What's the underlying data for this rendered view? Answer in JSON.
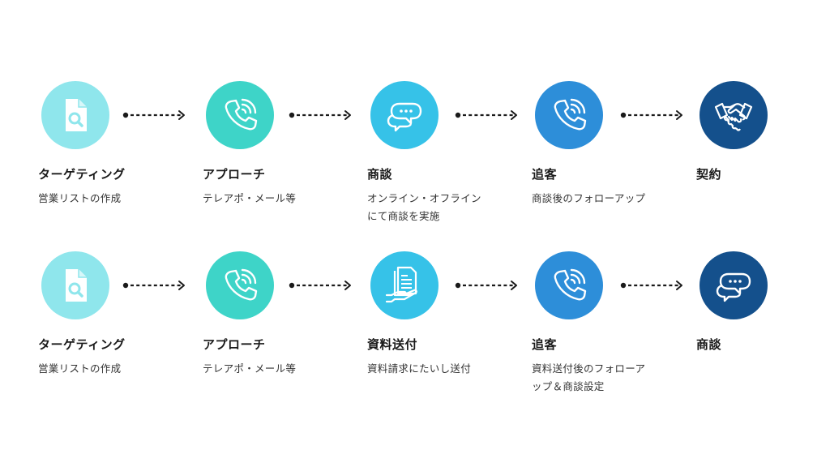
{
  "colors": {
    "step1": "#8fe6ec",
    "step2": "#3ed4c8",
    "step3": "#36c2e8",
    "step4": "#2d8ed9",
    "step5": "#14508c",
    "arrow": "#1a1a1a",
    "icon": "#ffffff"
  },
  "rows": [
    {
      "steps": [
        {
          "title": "ターゲティング",
          "desc": "営業リストの作成",
          "icon": "document-search-icon"
        },
        {
          "title": "アプローチ",
          "desc": "テレアポ・メール等",
          "icon": "phone-icon"
        },
        {
          "title": "商談",
          "desc": "オンライン・オフライン\nにて商談を実施",
          "icon": "chat-bubbles-icon"
        },
        {
          "title": "追客",
          "desc": "商談後のフォローアップ",
          "icon": "phone-icon"
        },
        {
          "title": "契約",
          "desc": "",
          "icon": "handshake-icon"
        }
      ]
    },
    {
      "steps": [
        {
          "title": "ターゲティング",
          "desc": "営業リストの作成",
          "icon": "document-search-icon"
        },
        {
          "title": "アプローチ",
          "desc": "テレアポ・メール等",
          "icon": "phone-icon"
        },
        {
          "title": "資料送付",
          "desc": "資料請求にたいし送付",
          "icon": "document-hand-icon"
        },
        {
          "title": "追客",
          "desc": "資料送付後のフォローア\nップ＆商談設定",
          "icon": "phone-icon"
        },
        {
          "title": "商談",
          "desc": "",
          "icon": "chat-bubbles-icon"
        }
      ]
    }
  ]
}
